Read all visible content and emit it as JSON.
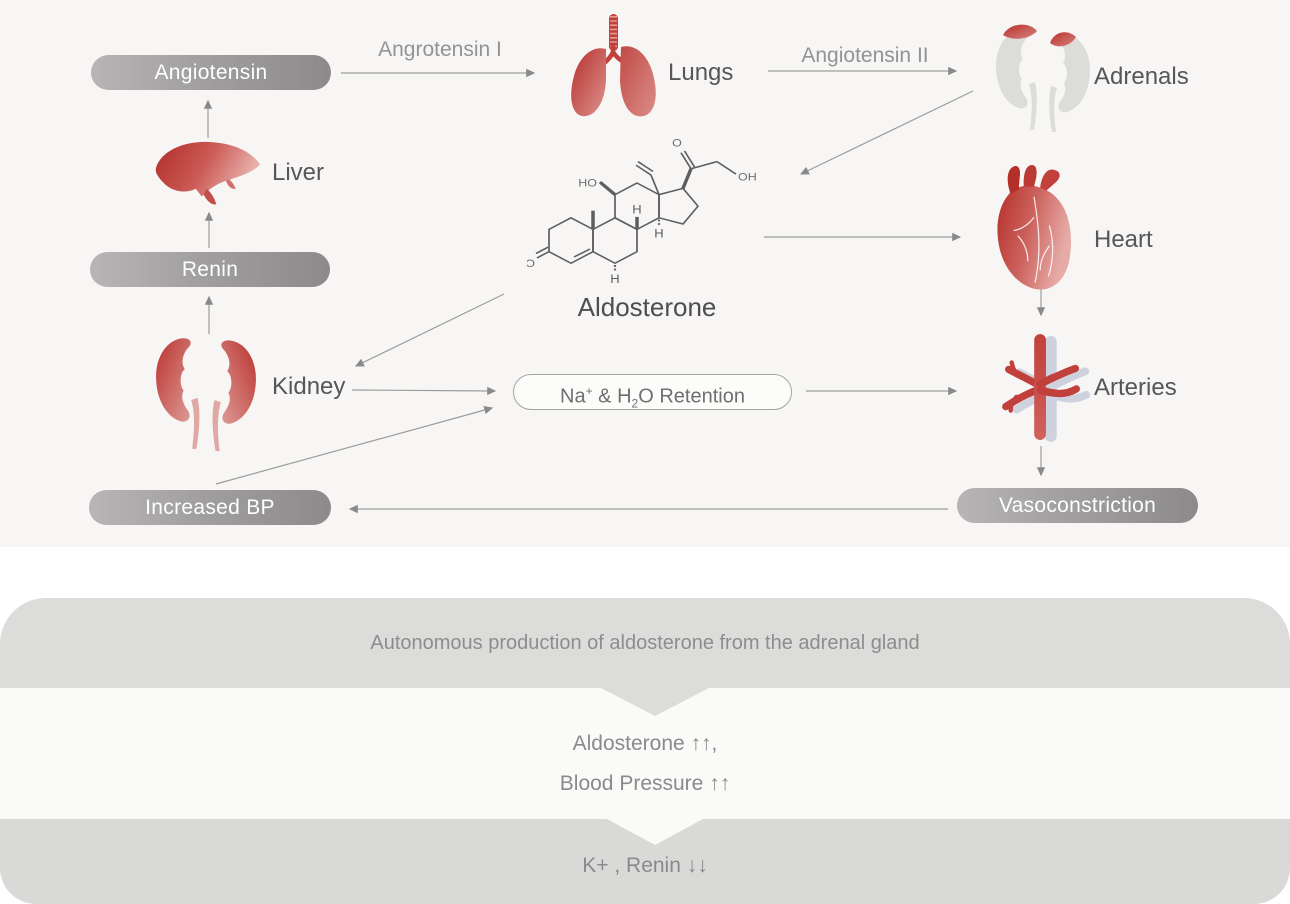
{
  "diagram": {
    "pills": {
      "angiotensin": "Angiotensin",
      "renin": "Renin",
      "increased_bp": "Increased BP",
      "vasoconstriction": "Vasoconstriction"
    },
    "organs": {
      "lungs": "Lungs",
      "adrenals": "Adrenals",
      "liver": "Liver",
      "kidney": "Kidney",
      "heart": "Heart",
      "arteries": "Arteries"
    },
    "molecule_label": "Aldosterone",
    "arrow_labels": {
      "angiotensin_i": "Angrotensin I",
      "angiotensin_ii": "Angiotensin II"
    },
    "retention_pill": {
      "base": "Na",
      "sup": "+",
      "mid": " & H",
      "sub": "2",
      "tail": "O Retention"
    },
    "molecule_atoms": {
      "ho": "HO",
      "o_ketone": "O",
      "o_top": "O",
      "oh": "OH",
      "h": "H"
    }
  },
  "summary": {
    "banner_top": "Autonomous production of aldosterone from the adrenal gland",
    "result_line1": "Aldosterone ↑↑,",
    "result_line2": "Blood Pressure ↑↑",
    "banner_bottom": "K+ , Renin ↓↓"
  },
  "colors": {
    "accent_red": "#c2403b",
    "pill_light": "#b7b5b5",
    "pill_dark": "#8c8a8a",
    "banner_gray": "#dcdcdb",
    "panel_bg": "#f7f6f5",
    "arrow_gray": "#8f8f8f"
  }
}
